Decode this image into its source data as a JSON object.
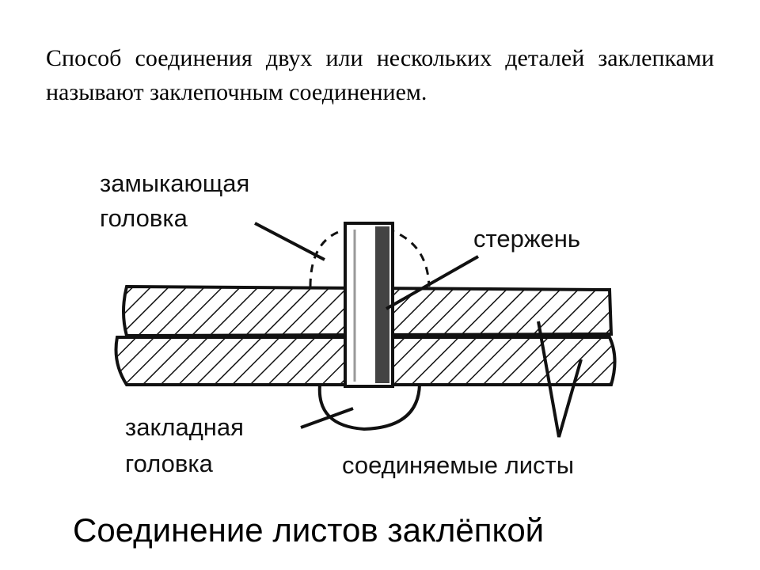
{
  "intro_text": "Способ соединения двух или нескольких деталей заклепками называют заклепочным соединением.",
  "diagram": {
    "labels": {
      "closing_head_line1": "замыкающая",
      "closing_head_line2": "головка",
      "shank": "стержень",
      "embedded_head_line1": "закладная",
      "embedded_head_line2": "головка",
      "joined_sheets": "соединяемые листы"
    },
    "caption": "Соединение листов заклёпкой"
  }
}
